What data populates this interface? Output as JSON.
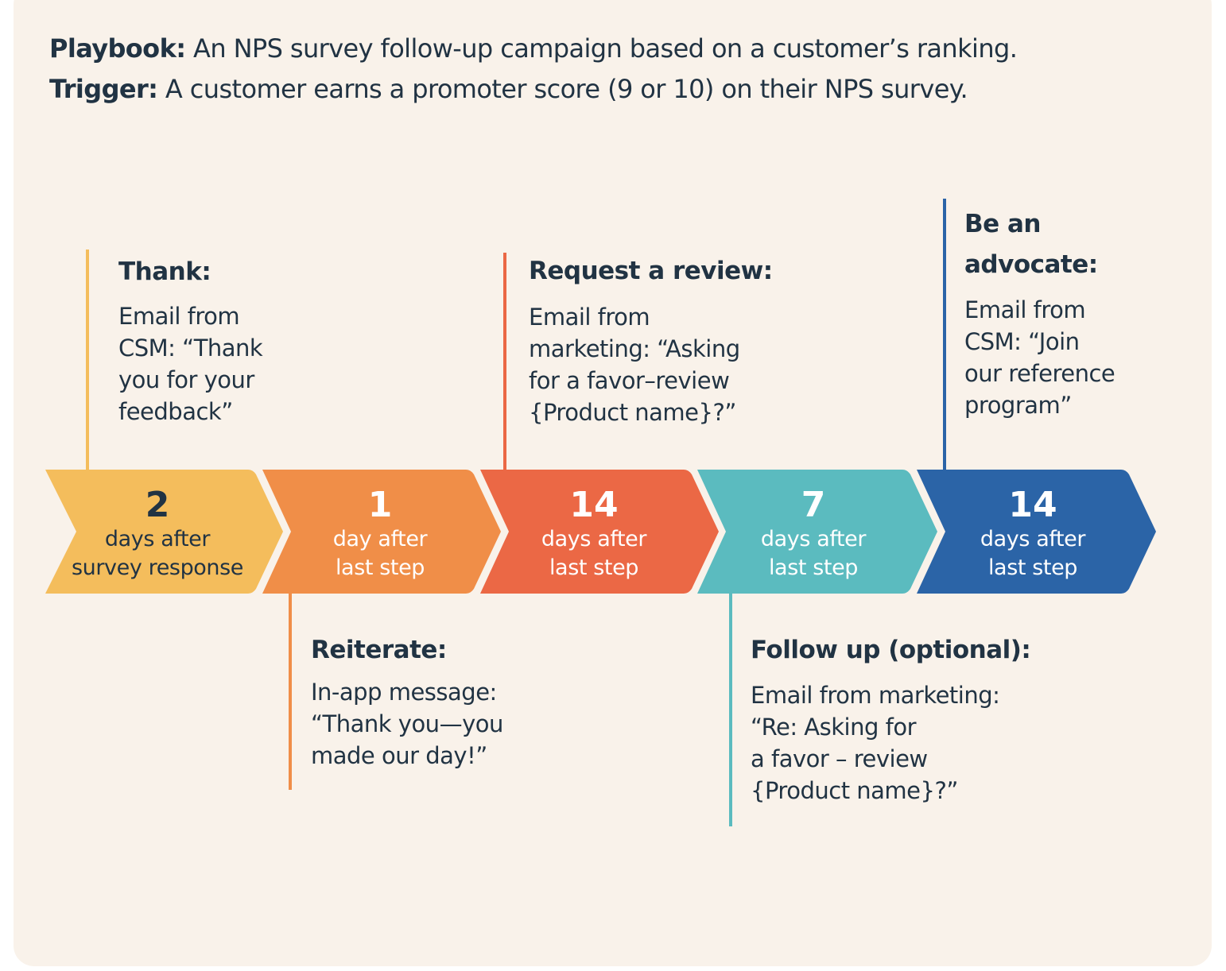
{
  "header": {
    "playbook_label": "Playbook:",
    "playbook_text": " An NPS survey follow-up campaign based on a customer’s ranking.",
    "trigger_label": "Trigger:",
    "trigger_text": " A customer earns a promoter score (9 or 10) on their NPS survey."
  },
  "colors": {
    "background": "#f9f2ea",
    "text": "#213343",
    "step1": "#f4bd5c",
    "step2": "#f08e48",
    "step3": "#eb6845",
    "step4": "#5bbbbf",
    "step5": "#2b64a7"
  },
  "steps": [
    {
      "number": "2",
      "label": "days after\nsurvey response"
    },
    {
      "number": "1",
      "label": "day after\nlast step"
    },
    {
      "number": "14",
      "label": "days after\nlast step"
    },
    {
      "number": "7",
      "label": "days after\nlast step"
    },
    {
      "number": "14",
      "label": "days after\nlast step"
    }
  ],
  "annotations": [
    {
      "title": "Thank:",
      "body": "Email from\nCSM: “Thank\nyou for your\nfeedback”"
    },
    {
      "title": "Reiterate:",
      "body": "In-app message:\n“Thank you—you\nmade our day!”"
    },
    {
      "title": "Request a review:",
      "body": "Email from\nmarketing: “Asking\nfor a favor–review\n{Product name}?”"
    },
    {
      "title": "Follow up (optional):",
      "body": "Email from marketing:\n“Re: Asking for\na favor – review\n{Product name}?”"
    },
    {
      "title": "Be an\nadvocate:",
      "body": "Email from\nCSM: “Join\nour reference\nprogram”"
    }
  ]
}
